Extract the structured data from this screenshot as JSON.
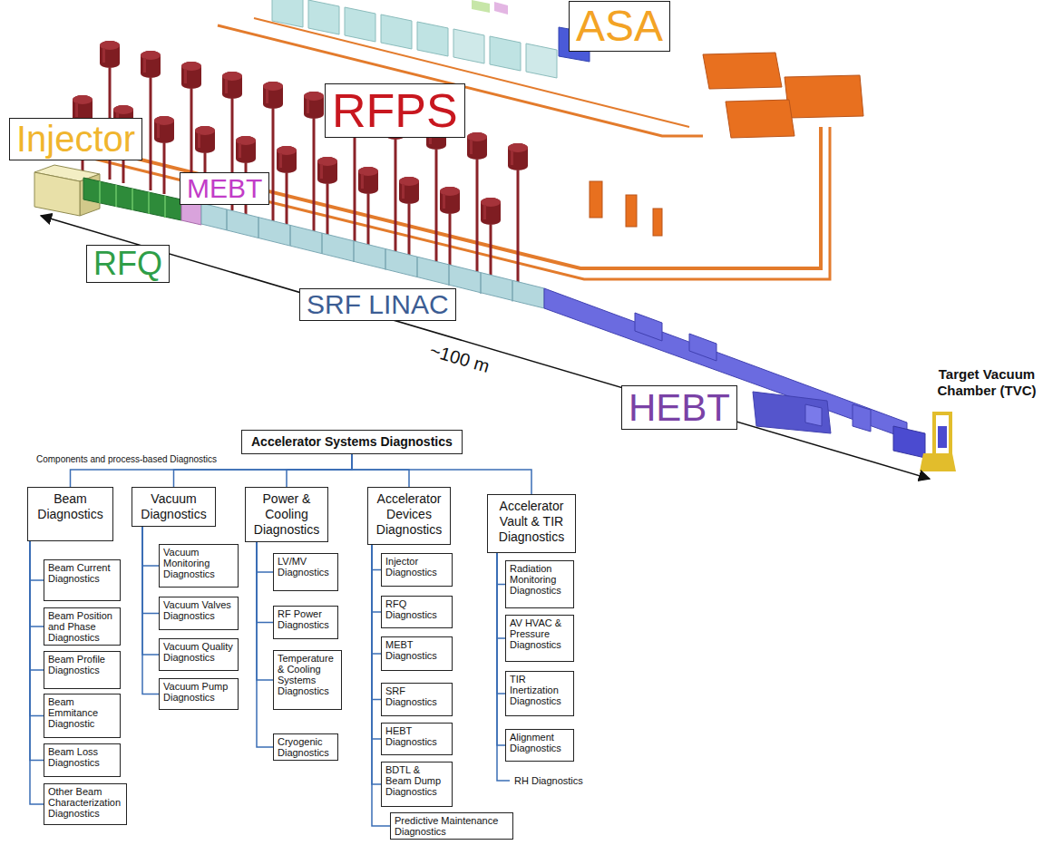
{
  "diagram": {
    "nodes": [
      {
        "text": [
          "ASA"
        ]
      },
      {
        "text": [
          "RFPS"
        ]
      },
      {
        "text": [
          "Injector"
        ]
      },
      {
        "text": [
          "MEBT"
        ]
      },
      {
        "text": [
          "RFQ"
        ]
      },
      {
        "text": [
          "SRF LINAC"
        ]
      },
      {
        "text": [
          "HEBT"
        ]
      },
      {
        "text": [
          "Accelerator Systems Diagnostics"
        ]
      },
      {
        "text": [
          "Beam Diagnostics"
        ]
      },
      {
        "text": [
          "Vacuum Diagnostics"
        ]
      },
      {
        "text": [
          "Power & Cooling Diagnostics"
        ]
      },
      {
        "text": [
          "Accelerator Devices Diagnostics"
        ]
      },
      {
        "text": [
          "Accelerator Vault & TIR Diagnostics"
        ]
      },
      {
        "text": [
          "Beam Current Diagnostics"
        ]
      },
      {
        "text": [
          "Beam Position and Phase Diagnostics"
        ]
      },
      {
        "text": [
          "Beam Profile Diagnostics"
        ]
      },
      {
        "text": [
          "Beam Emmitance Diagnostic"
        ]
      },
      {
        "text": [
          "Beam Loss Diagnostics"
        ]
      },
      {
        "text": [
          "Other Beam Characterization Diagnostics"
        ]
      },
      {
        "text": [
          "Vacuum Monitoring Diagnostics"
        ]
      },
      {
        "text": [
          "Vacuum Valves Diagnostics"
        ]
      },
      {
        "text": [
          "Vacuum Quality Diagnostics"
        ]
      },
      {
        "text": [
          "Vacuum Pump Diagnostics"
        ]
      },
      {
        "text": [
          "LV/MV Diagnostics"
        ]
      },
      {
        "text": [
          "RF Power Diagnostics"
        ]
      },
      {
        "text": [
          "Temperature & Cooling Systems Diagnostics"
        ]
      },
      {
        "text": [
          "Cryogenic Diagnostics"
        ]
      },
      {
        "text": [
          "Injector Diagnostics"
        ]
      },
      {
        "text": [
          "RFQ Diagnostics"
        ]
      },
      {
        "text": [
          "MEBT Diagnostics"
        ]
      },
      {
        "text": [
          "SRF Diagnostics"
        ]
      },
      {
        "text": [
          "HEBT Diagnostics"
        ]
      },
      {
        "text": [
          "BDTL & Beam Dump Diagnostics"
        ]
      },
      {
        "text": [
          "Predictive Maintenance Diagnostics"
        ]
      },
      {
        "text": [
          "Radiation Monitoring Diagnostics"
        ]
      },
      {
        "text": [
          "AV HVAC & Pressure Diagnostics"
        ]
      },
      {
        "text": [
          "TIR Inertization Diagnostics"
        ]
      },
      {
        "text": [
          "Alignment Diagnostics"
        ]
      }
    ],
    "edges": [
      {
        "from": 7,
        "to": 8,
        "arrow": "none"
      },
      {
        "from": 7,
        "to": 9,
        "arrow": "none"
      },
      {
        "from": 7,
        "to": 10,
        "arrow": "none"
      },
      {
        "from": 7,
        "to": 11,
        "arrow": "none"
      },
      {
        "from": 7,
        "to": 12,
        "arrow": "none"
      },
      {
        "from": 8,
        "to": 13,
        "arrow": "none"
      },
      {
        "from": 8,
        "to": 14,
        "arrow": "none"
      },
      {
        "from": 8,
        "to": 15,
        "arrow": "none"
      },
      {
        "from": 8,
        "to": 16,
        "arrow": "none"
      },
      {
        "from": 8,
        "to": 17,
        "arrow": "none"
      },
      {
        "from": 8,
        "to": 18,
        "arrow": "none"
      },
      {
        "from": 9,
        "to": 19,
        "arrow": "none"
      },
      {
        "from": 9,
        "to": 20,
        "arrow": "none"
      },
      {
        "from": 9,
        "to": 21,
        "arrow": "none"
      },
      {
        "from": 9,
        "to": 22,
        "arrow": "none"
      },
      {
        "from": 10,
        "to": 23,
        "arrow": "none"
      },
      {
        "from": 10,
        "to": 24,
        "arrow": "none"
      },
      {
        "from": 10,
        "to": 25,
        "arrow": "none"
      },
      {
        "from": 10,
        "to": 26,
        "arrow": "none"
      },
      {
        "from": 11,
        "to": 27,
        "arrow": "none"
      },
      {
        "from": 11,
        "to": 28,
        "arrow": "none"
      },
      {
        "from": 11,
        "to": 29,
        "arrow": "none"
      },
      {
        "from": 11,
        "to": 30,
        "arrow": "none"
      },
      {
        "from": 11,
        "to": 31,
        "arrow": "none"
      },
      {
        "from": 11,
        "to": 32,
        "arrow": "none"
      },
      {
        "from": 11,
        "to": 33,
        "arrow": "none"
      },
      {
        "from": 12,
        "to": 34,
        "arrow": "none"
      },
      {
        "from": 12,
        "to": 35,
        "arrow": "none"
      },
      {
        "from": 12,
        "to": 36,
        "arrow": "none"
      },
      {
        "from": 12,
        "to": 37,
        "arrow": "none"
      }
    ],
    "labels": [
      "~100 m",
      "Target Vacuum Chamber (TVC)",
      "Components and process-based Diagnostics",
      "RH Diagnostics"
    ]
  }
}
